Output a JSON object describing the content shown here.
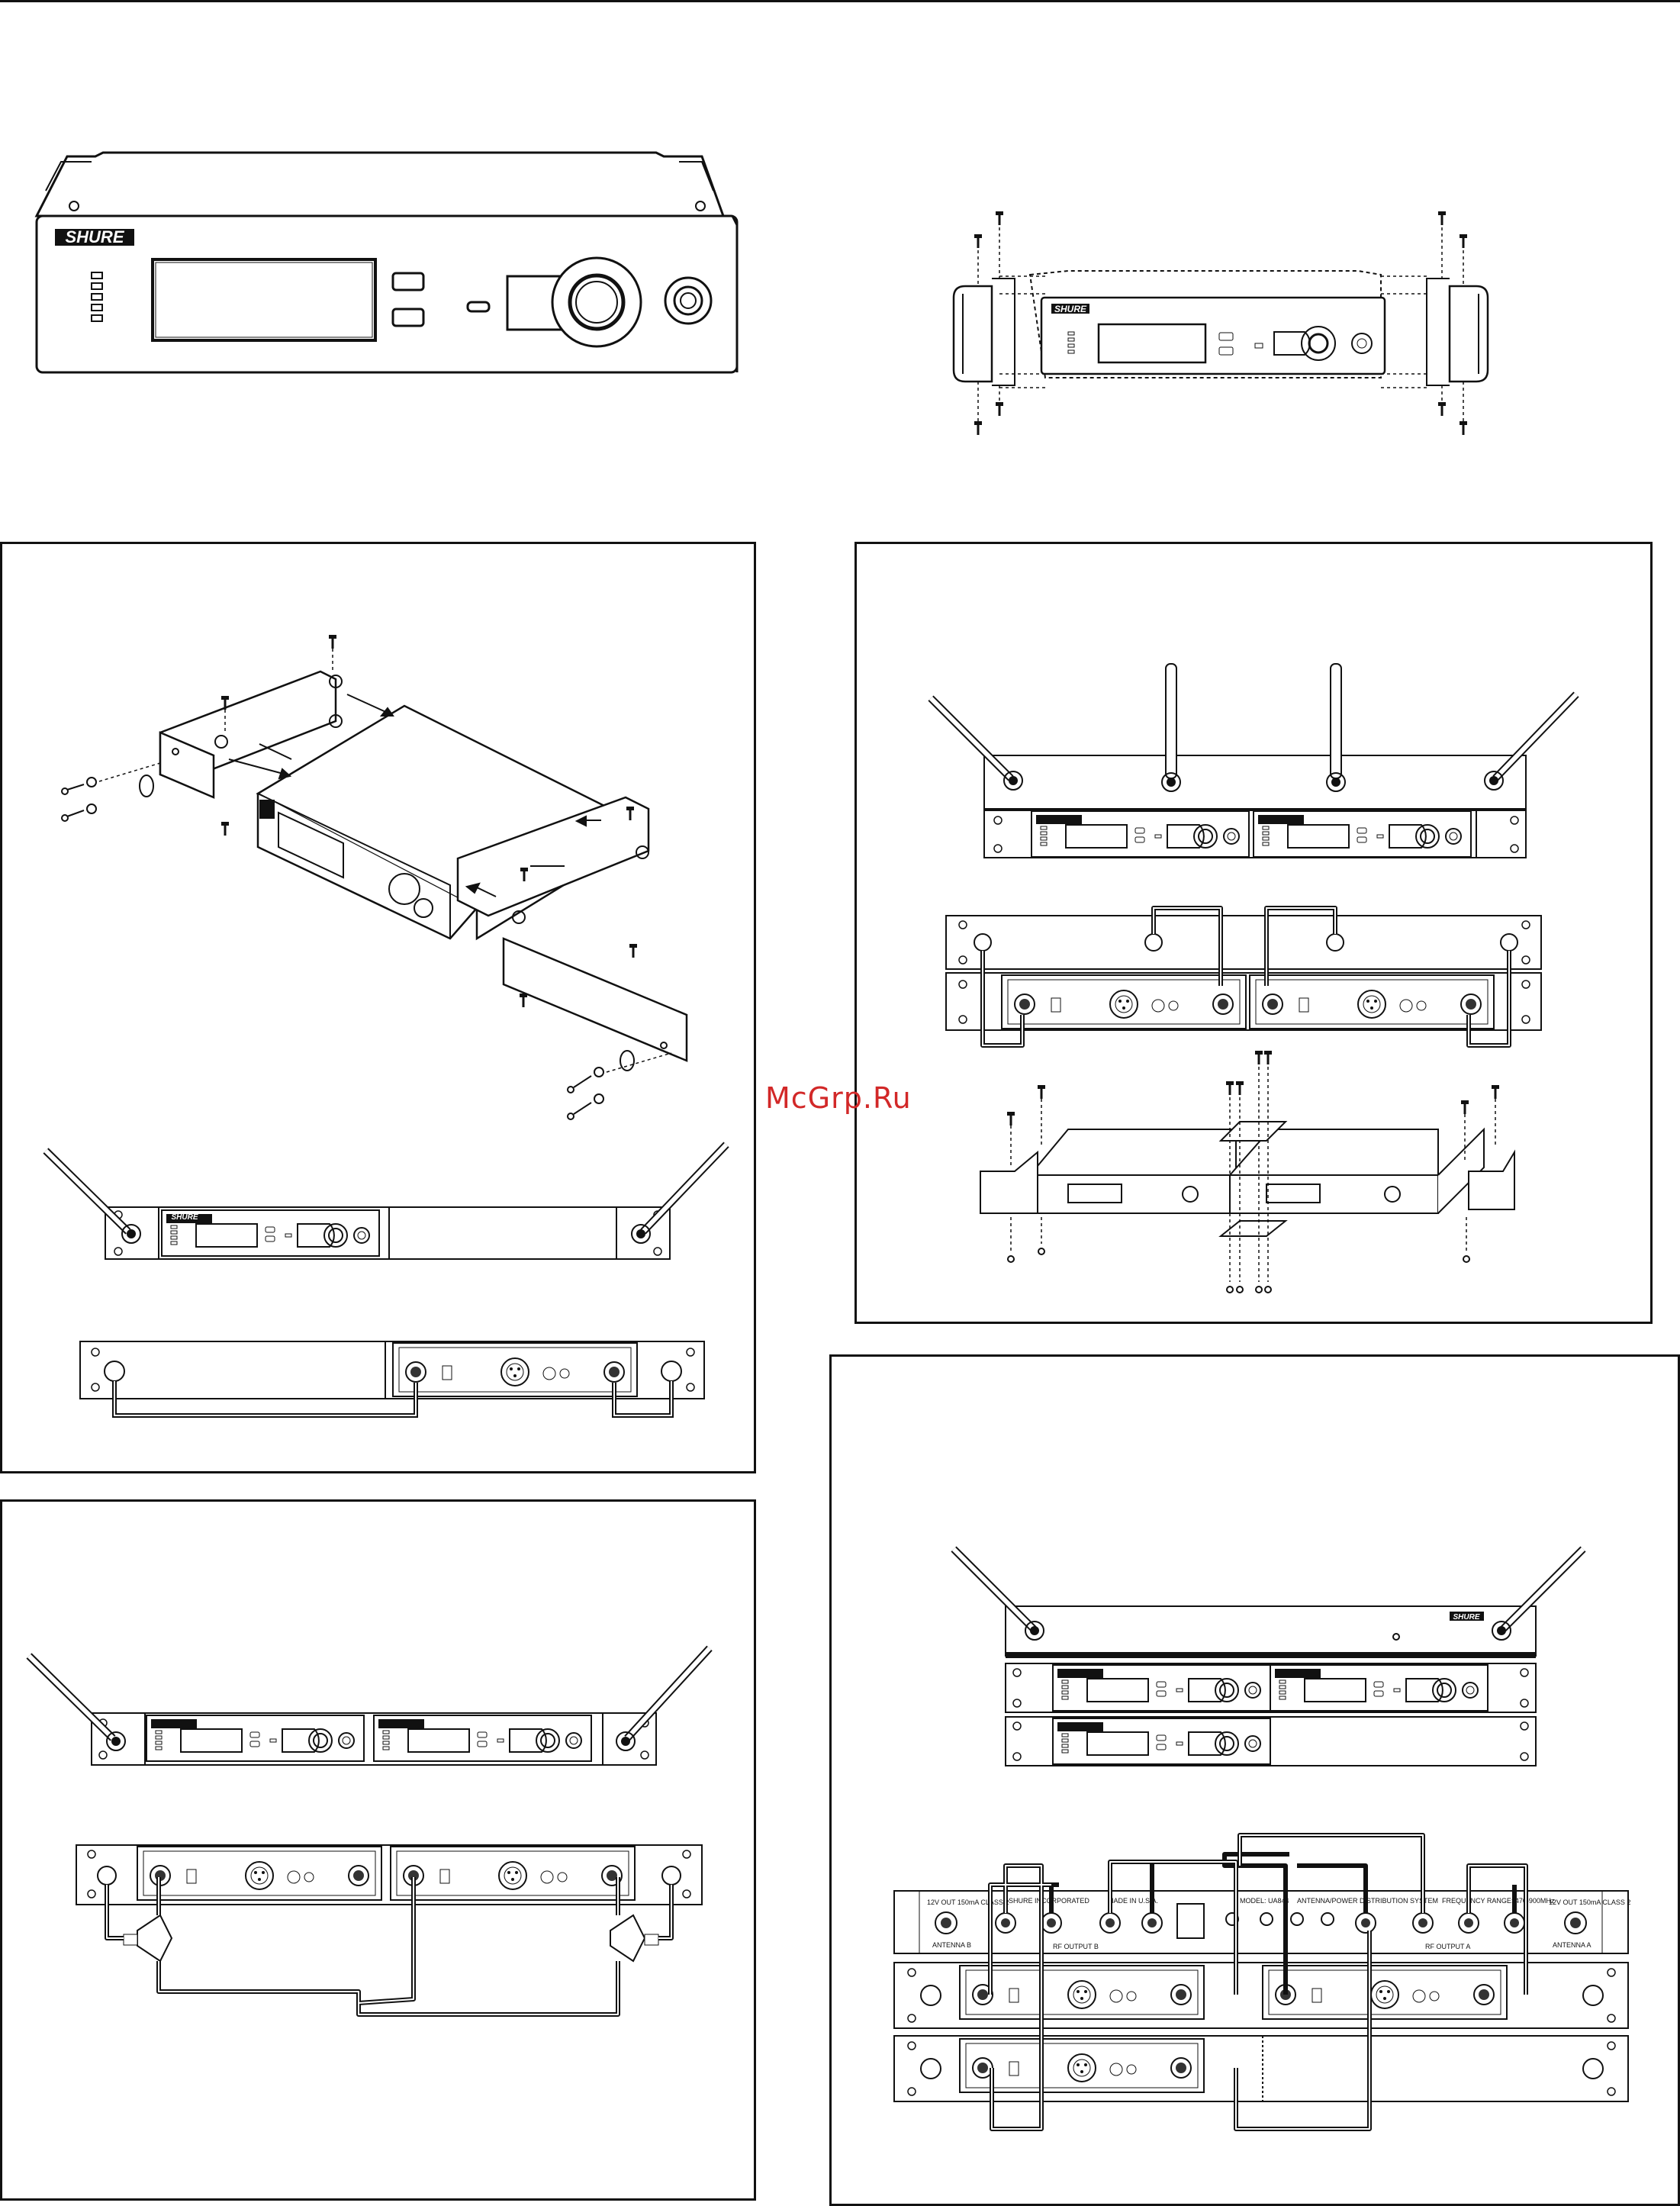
{
  "brand": "SHURE",
  "watermark": "McGrp.Ru",
  "rear_label": {
    "maker": "SHURE INCORPORATED",
    "made_in": "MADE IN U.S.A.",
    "model": "MODEL: UA844",
    "system": "ANTENNA/POWER DISTRIBUTION SYSTEM",
    "freq": "FREQUENCY RANGE: 470-900MHz",
    "out_b": "RF OUTPUT B",
    "out_a": "RF OUTPUT A",
    "ant_b": "ANTENNA B",
    "ant_a": "ANTENNA A",
    "class_left": "12V OUT 150mA CLASS 2",
    "class_right": "12V OUT 150mA CLASS 2"
  },
  "colors": {
    "line": "#111111",
    "watermark": "#d22828",
    "background": "#ffffff"
  }
}
